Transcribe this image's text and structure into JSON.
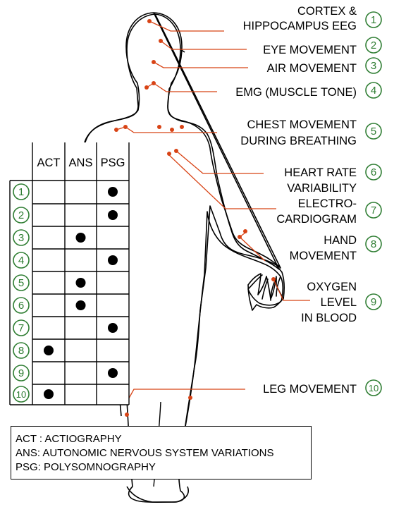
{
  "accent_colors": {
    "green": "#2e7d32",
    "red": "#d84315"
  },
  "labels": [
    {
      "lines": [
        "CORTEX &",
        "HIPPOCAMPUS EEG"
      ],
      "number": "1"
    },
    {
      "lines": [
        "EYE MOVEMENT"
      ],
      "number": "2"
    },
    {
      "lines": [
        "AIR MOVEMENT"
      ],
      "number": "3"
    },
    {
      "lines": [
        "EMG (MUSCLE TONE)"
      ],
      "number": "4"
    },
    {
      "lines": [
        "CHEST MOVEMENT",
        "DURING BREATHING"
      ],
      "number": "5"
    },
    {
      "lines": [
        "HEART RATE",
        "VARIABILITY"
      ],
      "number": "6"
    },
    {
      "lines": [
        "ELECTRO-",
        "CARDIOGRAM"
      ],
      "number": "7"
    },
    {
      "lines": [
        "HAND",
        "MOVEMENT"
      ],
      "number": "8"
    },
    {
      "lines": [
        "OXYGEN",
        "LEVEL",
        "IN BLOOD"
      ],
      "number": "9"
    },
    {
      "lines": [
        "LEG MOVEMENT"
      ],
      "number": "10"
    }
  ],
  "table": {
    "columns": [
      "ACT",
      "ANS",
      "PSG"
    ],
    "rows": [
      {
        "number": "1",
        "marks": [
          false,
          false,
          true
        ]
      },
      {
        "number": "2",
        "marks": [
          false,
          false,
          true
        ]
      },
      {
        "number": "3",
        "marks": [
          false,
          true,
          false
        ]
      },
      {
        "number": "4",
        "marks": [
          false,
          false,
          true
        ]
      },
      {
        "number": "5",
        "marks": [
          false,
          true,
          false
        ]
      },
      {
        "number": "6",
        "marks": [
          false,
          true,
          false
        ]
      },
      {
        "number": "7",
        "marks": [
          false,
          false,
          true
        ]
      },
      {
        "number": "8",
        "marks": [
          true,
          false,
          false
        ]
      },
      {
        "number": "9",
        "marks": [
          false,
          false,
          true
        ]
      },
      {
        "number": "10",
        "marks": [
          true,
          false,
          false
        ]
      }
    ]
  },
  "legend": [
    "ACT : ACTIOGRAPHY",
    "ANS: AUTONOMIC NERVOUS SYSTEM VARIATIONS",
    "PSG: POLYSOMNOGRAPHY"
  ]
}
